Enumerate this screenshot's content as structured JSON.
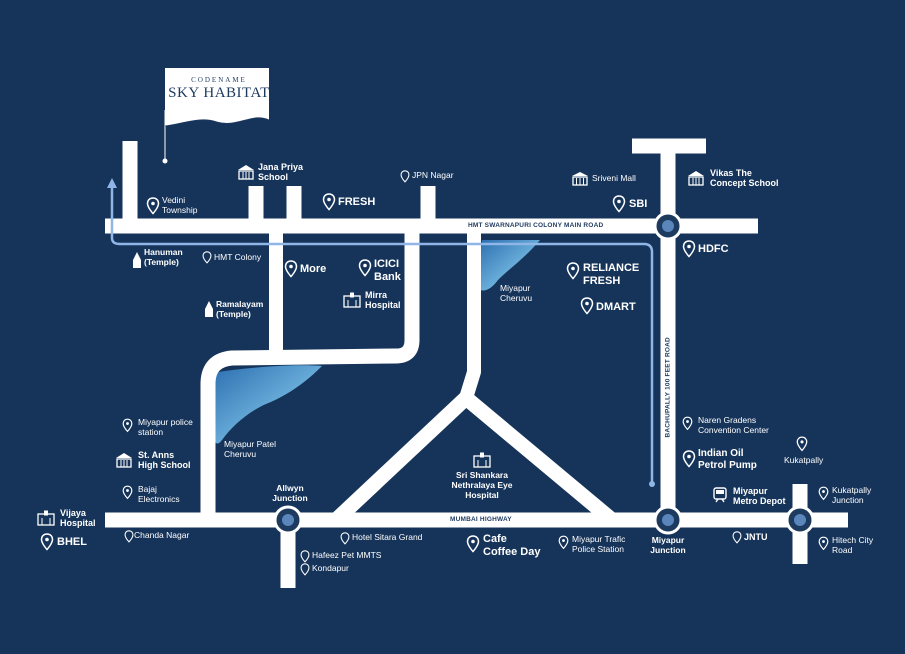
{
  "logo": {
    "line1": "CODENAME",
    "line2": "SKY HABITAT"
  },
  "roads": {
    "main": "HMT SWARNAPURI COLONY MAIN ROAD",
    "highway": "MUMBAI HIGHWAY",
    "feet100": "BACHUPALLY 100 FEET ROAD"
  },
  "places": {
    "vedini": "Vedini Township",
    "jana_priya": "Jana Priya School",
    "fresh": "FRESH",
    "jpn": "JPN Nagar",
    "sriveni": "Sriveni Mall",
    "sbi": "SBI",
    "vikas": "Vikas The Concept School",
    "hanuman": "Hanuman (Temple)",
    "hmt_colony": "HMT Colony",
    "more": "More",
    "icici": "ICICI Bank",
    "mirra": "Mirra Hospital",
    "miyapur_cheruvu": "Miyapur Cheruvu",
    "reliance": "RELIANCE FRESH",
    "dmart": "DMART",
    "hdfc": "HDFC",
    "ramalayam": "Ramalayam (Temple)",
    "police": "Miyapur police station",
    "st_anns": "St. Anns High School",
    "bajaj": "Bajaj Electronics",
    "patel_cheruvu": "Miyapur Patel Cheruvu",
    "allwyn": "Allwyn Junction",
    "vijaya": "Vijaya Hospital",
    "bhel": "BHEL",
    "chanda": "Chanda Nagar",
    "hafeez": "Hafeez Pet MMTS",
    "kondapur": "Kondapur",
    "sitara": "Hotel Sitara Grand",
    "shankara": "Sri Shankara Nethralaya Eye Hospital",
    "cafe": "Cafe Coffee Day",
    "traffic": "Miyapur Trafic Police Station",
    "naren": "Naren Gradens Convention Center",
    "indian_oil": "Indian Oil Petrol Pump",
    "miyapur_junction": "Miyapur Junction",
    "metro": "Miyapur Metro Depot",
    "jntu": "JNTU",
    "kukatpally": "Kukatpally",
    "kukatpally_junction": "Kukatpally Junction",
    "hitech": "Hitech City Road"
  },
  "colors": {
    "background": "#16345a",
    "road": "#ffffff",
    "route": "#8fb6e6",
    "water": "#6fb3de"
  }
}
